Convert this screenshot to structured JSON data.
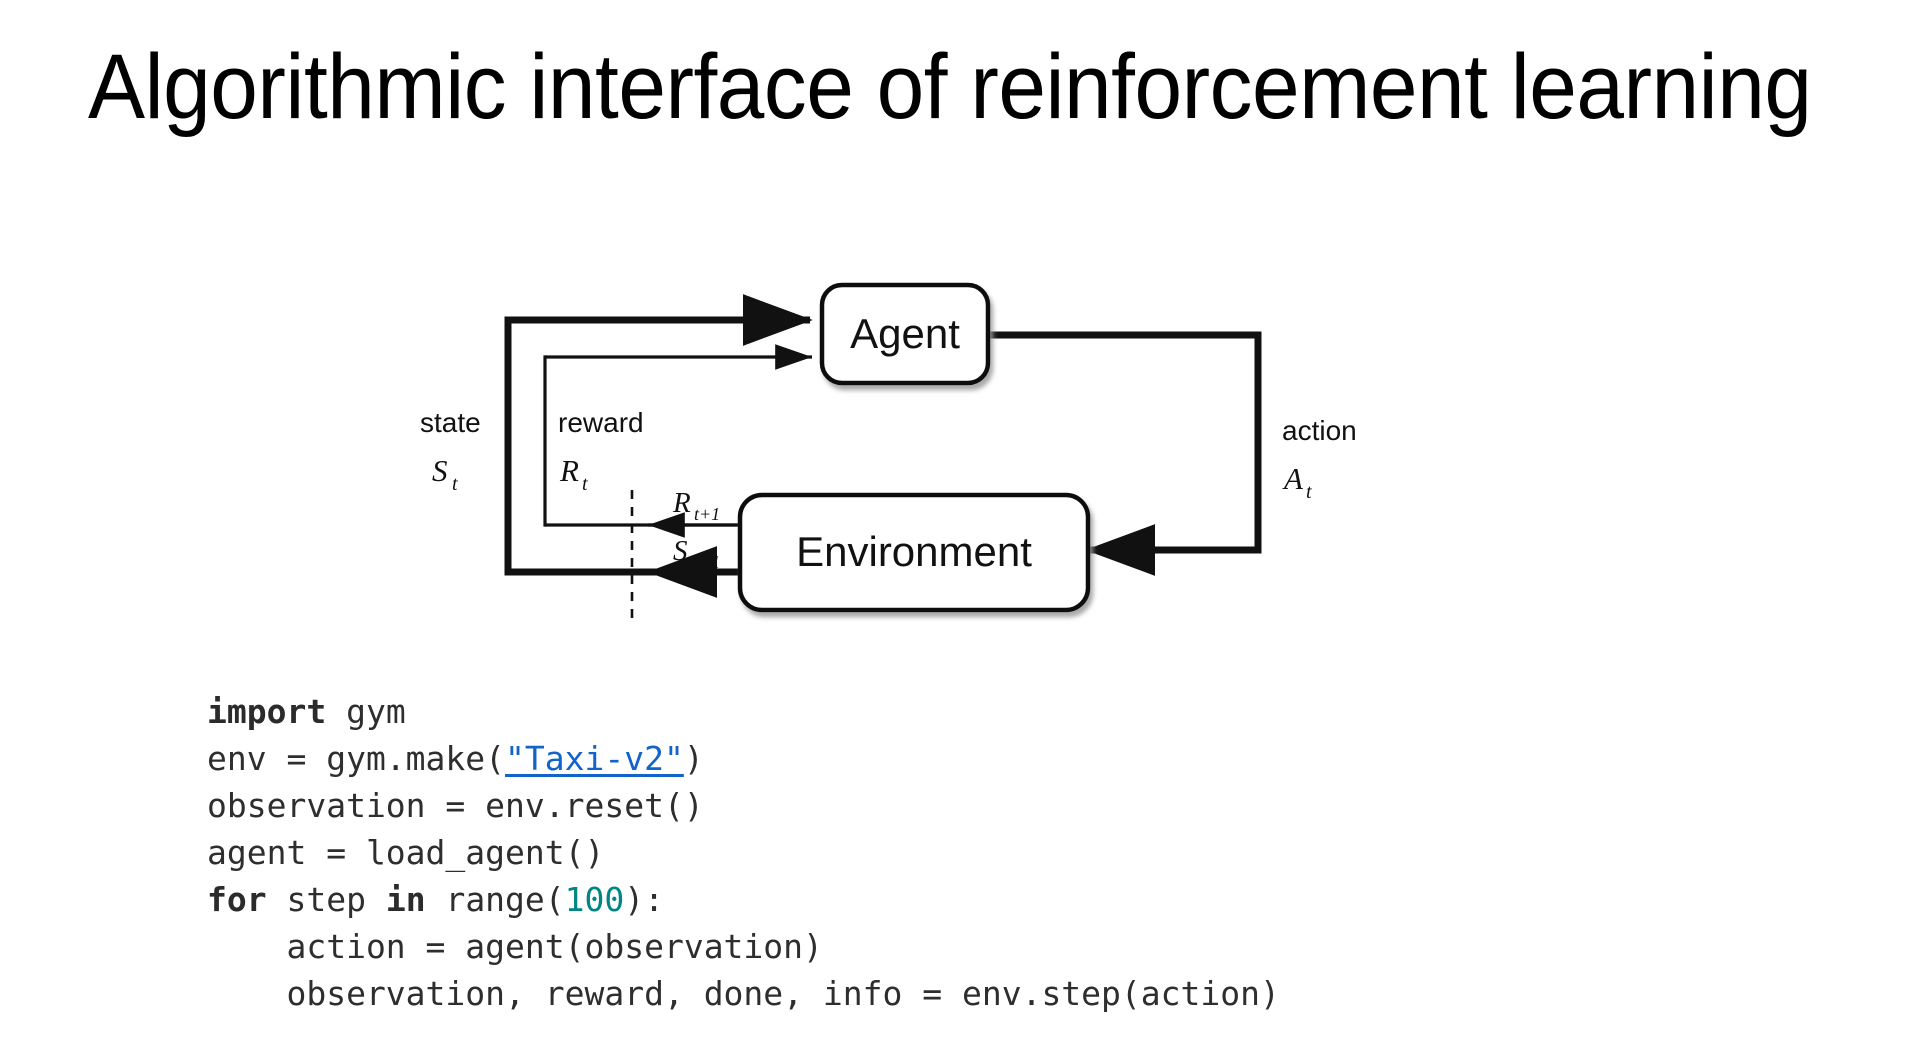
{
  "slide": {
    "title": "Algorithmic interface of reinforcement learning",
    "background_color": "#ffffff"
  },
  "diagram": {
    "name": "agent-environment-interaction-loop",
    "nodes": [
      {
        "id": "agent",
        "label": "Agent"
      },
      {
        "id": "environment",
        "label": "Environment"
      }
    ],
    "edge_labels": {
      "state": "state",
      "state_symbol": "S",
      "state_subscript": "t",
      "reward": "reward",
      "reward_symbol": "R",
      "reward_subscript": "t",
      "action": "action",
      "action_symbol": "A",
      "action_subscript": "t",
      "next_reward_symbol": "R",
      "next_reward_subscript": "t+1",
      "next_state_symbol": "S",
      "next_state_subscript": "t+1"
    },
    "stroke_color": "#111111",
    "box_fill": "#ffffff"
  },
  "code": {
    "language": "python",
    "text_color": "#2e2e2e",
    "keyword_color": "#2b2b2b",
    "number_color": "#008585",
    "link_color": "#1263ca",
    "lines": [
      {
        "id": "line-1",
        "tokens": [
          {
            "t": "import",
            "k": "kw"
          },
          {
            "t": " gym",
            "k": "plain"
          }
        ]
      },
      {
        "id": "line-2",
        "tokens": [
          {
            "t": "env = gym.make(",
            "k": "plain"
          },
          {
            "t": "\"Taxi-v2\"",
            "k": "lnk"
          },
          {
            "t": ")",
            "k": "plain"
          }
        ]
      },
      {
        "id": "line-3",
        "tokens": [
          {
            "t": "observation = env.reset()",
            "k": "plain"
          }
        ]
      },
      {
        "id": "line-4",
        "tokens": [
          {
            "t": "agent = load_agent()",
            "k": "plain"
          }
        ]
      },
      {
        "id": "line-5",
        "tokens": [
          {
            "t": "for",
            "k": "kw"
          },
          {
            "t": " step ",
            "k": "plain"
          },
          {
            "t": "in",
            "k": "kw"
          },
          {
            "t": " range(",
            "k": "plain"
          },
          {
            "t": "100",
            "k": "num"
          },
          {
            "t": "):",
            "k": "plain"
          }
        ]
      },
      {
        "id": "line-6",
        "tokens": [
          {
            "t": "    action = agent(observation)",
            "k": "plain"
          }
        ]
      },
      {
        "id": "line-7",
        "tokens": [
          {
            "t": "    observation, reward, done, info = env.step(action)",
            "k": "plain"
          }
        ]
      }
    ]
  }
}
